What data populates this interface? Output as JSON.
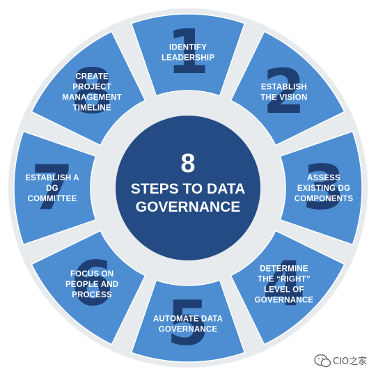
{
  "diagram": {
    "center": {
      "number": "8",
      "title_lines": [
        "STEPS TO DATA",
        "GOVERNANCE"
      ]
    },
    "steps": [
      {
        "number": "1",
        "lines": [
          "IDENTIFY",
          "LEADERSHIP"
        ]
      },
      {
        "number": "2",
        "lines": [
          "ESTABLISH",
          "THE VISION"
        ]
      },
      {
        "number": "3",
        "lines": [
          "ASSESS",
          "EXISTING DG",
          "COMPONENTS"
        ]
      },
      {
        "number": "4",
        "lines": [
          "DETERMINE",
          "THE “RIGHT”",
          "LEVEL OF",
          "GOVERNANCE"
        ]
      },
      {
        "number": "5",
        "lines": [
          "AUTOMATE DATA",
          "GOVERNANCE"
        ]
      },
      {
        "number": "6",
        "lines": [
          "FOCUS ON",
          "PEOPLE AND",
          "PROCESS"
        ]
      },
      {
        "number": "7",
        "lines": [
          "ESTABLISH A",
          "DG",
          "COMMITTEE"
        ]
      },
      {
        "number": "8",
        "lines": [
          "CREATE",
          "PROJECT",
          "MANAGEMENT",
          "TIMELINE"
        ]
      }
    ],
    "colors": {
      "segment": "#4d8ed3",
      "segment_outline": "#ffffff",
      "number": "#1f3f73",
      "center_circle": "#244b84",
      "ring_background": "#e8ebee",
      "label": "#ffffff"
    }
  },
  "watermark": {
    "text": "CIO之家",
    "icon": "wechat-icon"
  }
}
